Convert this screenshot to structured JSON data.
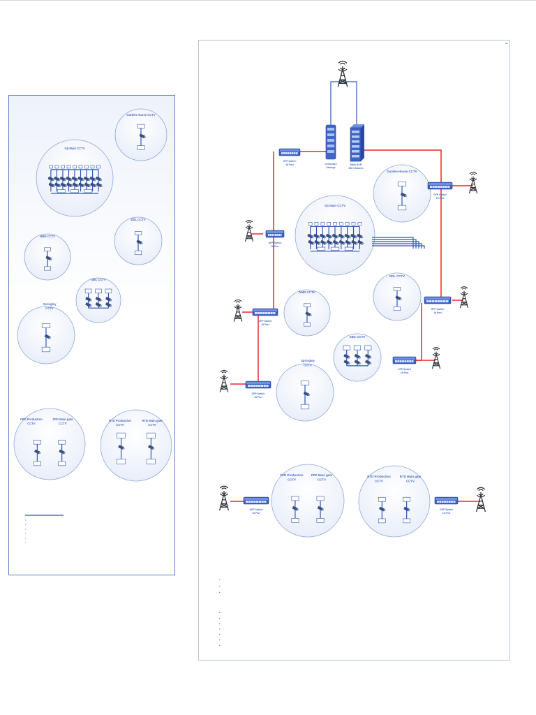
{
  "diagram": {
    "corner_mark": "••",
    "colors": {
      "link": "#e8262c",
      "cable": "#2f56b8",
      "bubble_edge": "#8fa7da",
      "switch": "#3d63c5"
    },
    "left_panel": {
      "sites": [
        {
          "id": "garden",
          "title": "Garden House CCTV"
        },
        {
          "id": "main",
          "title": "Ojt Main CCTV"
        },
        {
          "id": "ddl",
          "title": "DDL CCTV"
        },
        {
          "id": "nmd",
          "title": "NMD CCTV"
        },
        {
          "id": "sbc",
          "title": "SBC CCTV"
        },
        {
          "id": "springley",
          "title": "Springley CCTV"
        },
        {
          "id": "fpd-prod",
          "title": "FPD Production CCTV"
        },
        {
          "id": "fpd-gate",
          "title": "FPD Main gate CCTV"
        },
        {
          "id": "rtd-prod",
          "title": "RTD Production CCTV"
        },
        {
          "id": "rtd-gate",
          "title": "RTD Main gate CCTV"
        }
      ],
      "legend_bullets": [
        "•",
        "•",
        "•",
        "•",
        "•",
        "•"
      ]
    },
    "right_panel": {
      "core": [
        {
          "id": "storage",
          "label": "Centralize Storage"
        },
        {
          "id": "nvr",
          "label": "Main NVR 256 Channel"
        }
      ],
      "sites": [
        {
          "id": "garden",
          "title": "Garden House CCTV"
        },
        {
          "id": "main",
          "title": "Ojt Main CCTV"
        },
        {
          "id": "ddl",
          "title": "DDL CCTV"
        },
        {
          "id": "nmd",
          "title": "NMD CCTV"
        },
        {
          "id": "sbc",
          "title": "SBC CCTV"
        },
        {
          "id": "springley",
          "title": "Springley CCTV"
        },
        {
          "id": "fpd-prod",
          "title": "FPD Production CCTV"
        },
        {
          "id": "fpd-gate",
          "title": "FPD Main gate CCTV"
        },
        {
          "id": "rtd-prod",
          "title": "RTD Production CCTV"
        },
        {
          "id": "rtd-gate",
          "title": "RTD Main gate CCTV"
        }
      ],
      "switches": [
        {
          "id": "sw-top",
          "label": "GFP Switch 16 Port"
        },
        {
          "id": "sw-garden",
          "label": "GFP Switch 16 Port"
        },
        {
          "id": "sw-main",
          "label": "GFP Switch 16 Port"
        },
        {
          "id": "sw-ddl",
          "label": "GFP Switch 16 Port"
        },
        {
          "id": "sw-nmd",
          "label": "GFP Switch 16 Port"
        },
        {
          "id": "sw-sbc",
          "label": "GFP Switch 16 Port"
        },
        {
          "id": "sw-spr",
          "label": "GFP Switch 16 Port"
        },
        {
          "id": "sw-fpd",
          "label": "GFP Switch 16 Port"
        },
        {
          "id": "sw-rtd",
          "label": "GFP Switch 16 Port"
        }
      ],
      "notes_bullets_a": [
        "•",
        "•",
        "•"
      ],
      "notes_bullets_b": [
        "•",
        "•",
        "•",
        "•",
        "•",
        "•",
        "•"
      ]
    }
  }
}
